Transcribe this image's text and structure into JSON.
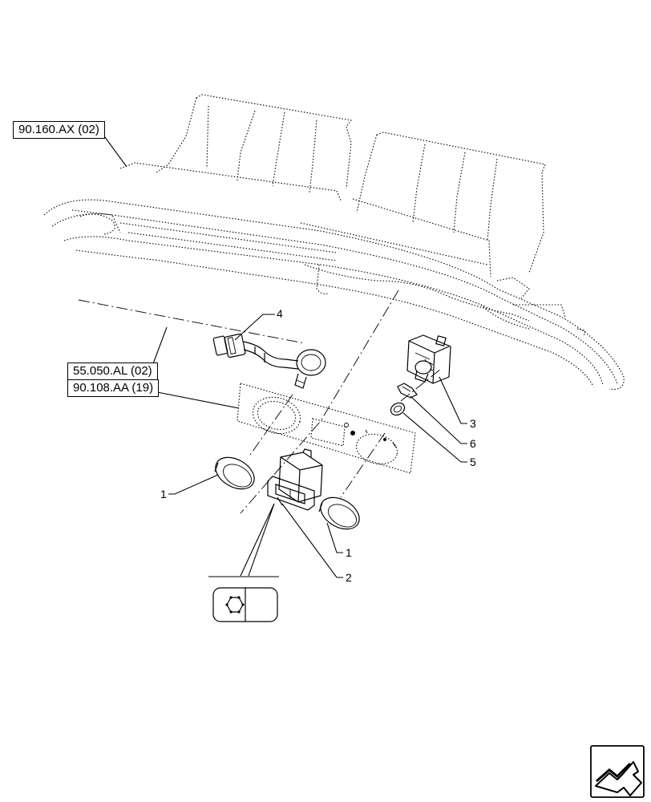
{
  "references": [
    {
      "id": "ref-90-160",
      "label": "90.160.AX (02)"
    },
    {
      "id": "ref-55-050",
      "label": "55.050.AL (02)"
    },
    {
      "id": "ref-90-108",
      "label": "90.108.AA (19)"
    }
  ],
  "callouts": {
    "c1_left": "1",
    "c1_right": "1",
    "c2": "2",
    "c3": "3",
    "c4": "4",
    "c5": "5",
    "c6": "6"
  },
  "icons": {
    "symbol": "hexagon-work-light-symbol",
    "navigation": "next-page-arrow-icon"
  }
}
